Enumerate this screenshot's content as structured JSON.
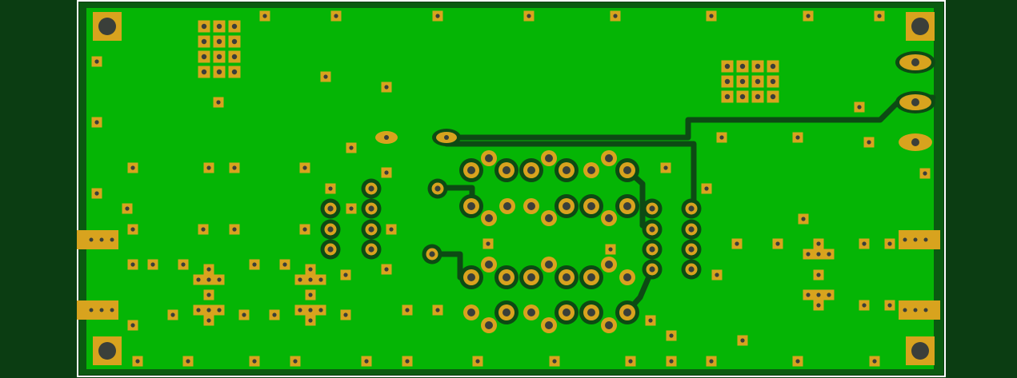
{
  "board": {
    "colors": {
      "background": "#0b3d12",
      "outline": "#ffffff",
      "copper": "#05b505",
      "board_edge": "#0a5a10",
      "trace": "#0d4a14",
      "pad": "#d8a31e",
      "drill": "#3a3f3a"
    },
    "components": {
      "corner_mounting_holes": 4,
      "edge_connectors": 4,
      "oval_pads_right": 3,
      "header_columns": 3,
      "via_grids": 2
    }
  }
}
